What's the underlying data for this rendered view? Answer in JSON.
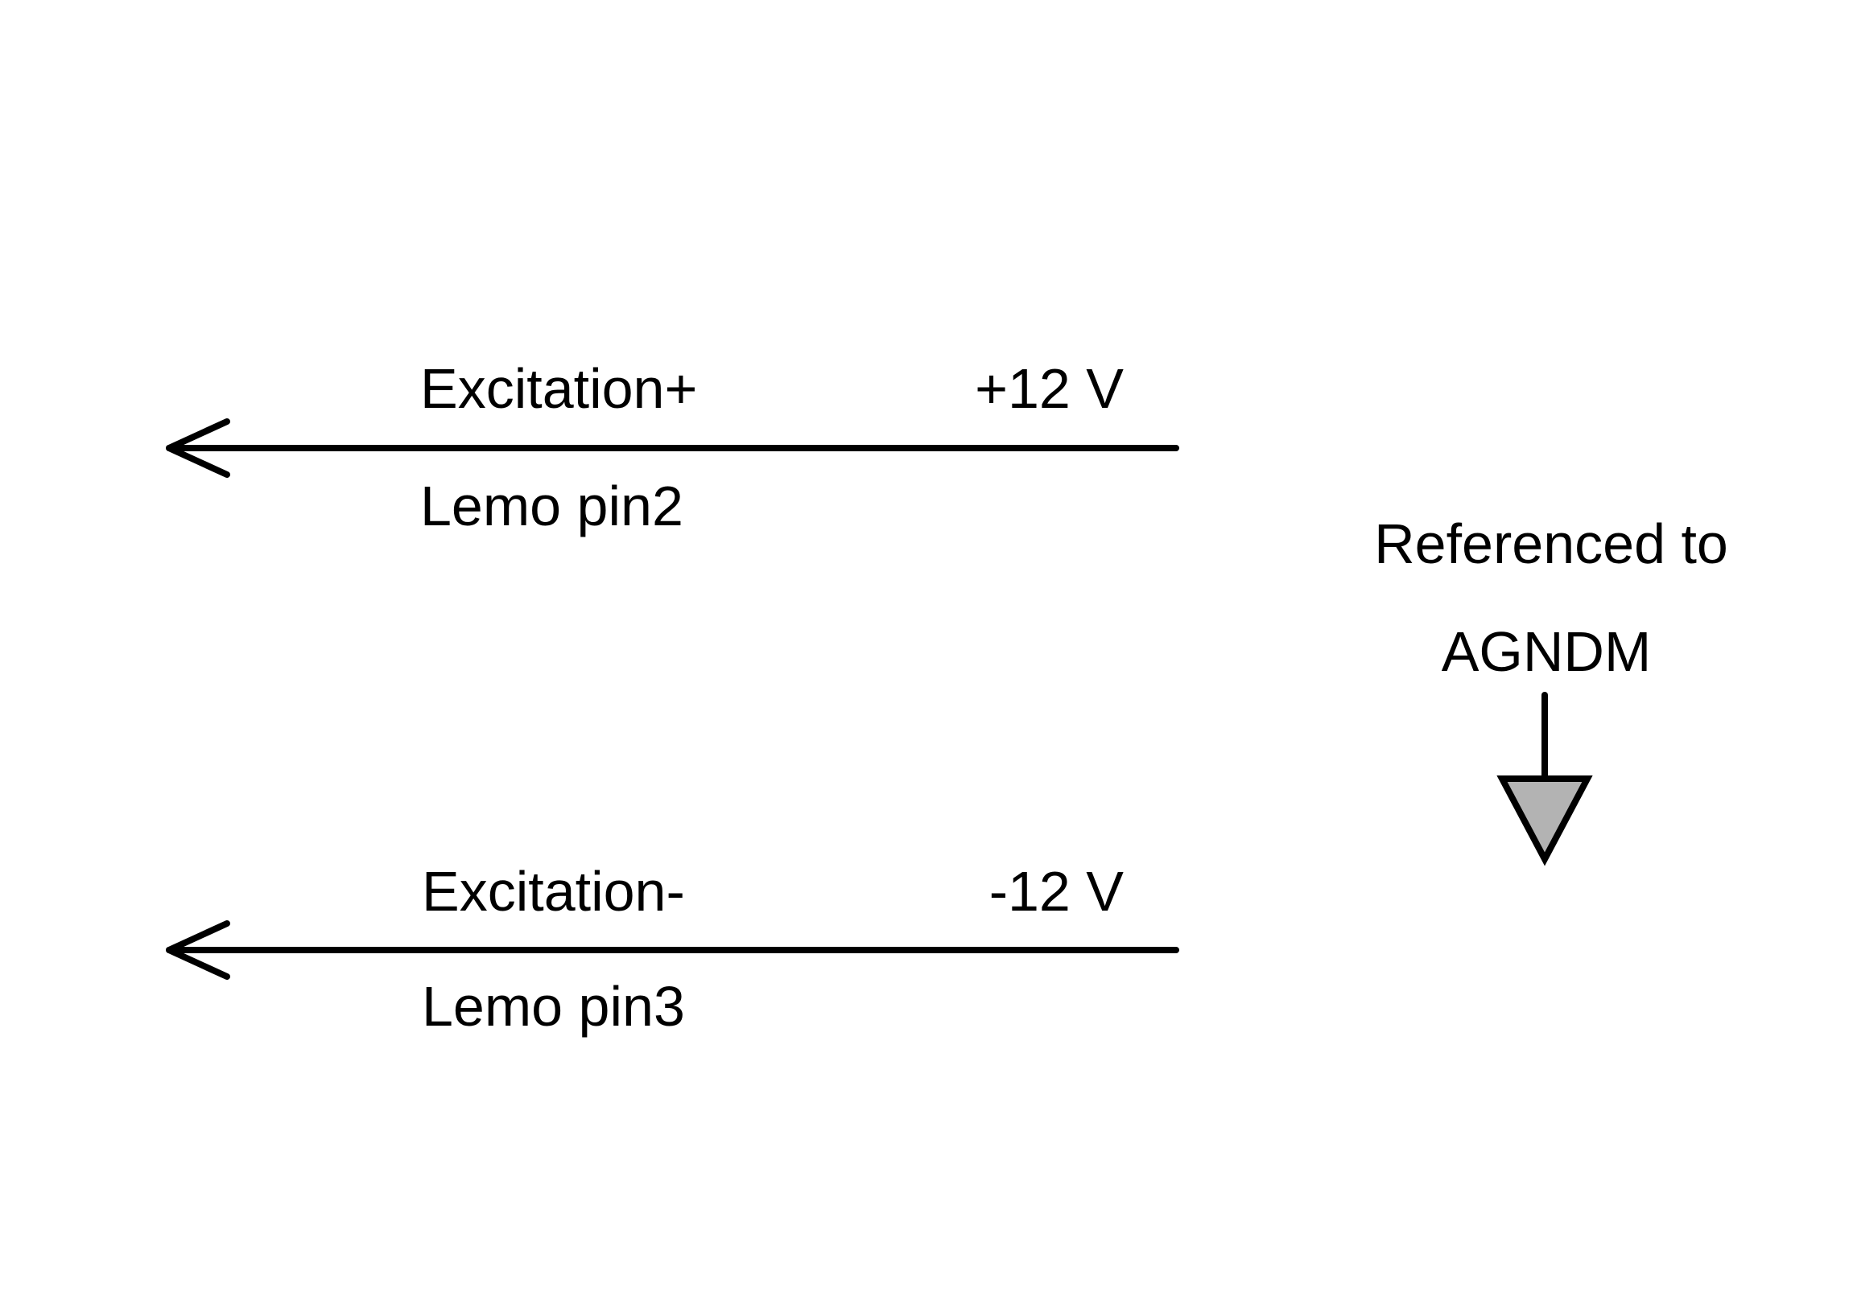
{
  "diagram": {
    "signals": [
      {
        "name": "Excitation+",
        "voltage": "+12 V",
        "connector": "Lemo pin2",
        "direction": "left"
      },
      {
        "name": "Excitation-",
        "voltage": "-12 V",
        "connector": "Lemo pin3",
        "direction": "left"
      }
    ],
    "reference": {
      "line1": "Referenced to",
      "line2": "AGNDM",
      "symbol": "ground-triangle-icon"
    },
    "colors": {
      "stroke": "#000000",
      "ground_fill": "#b3b3b3",
      "background": "#ffffff"
    }
  }
}
